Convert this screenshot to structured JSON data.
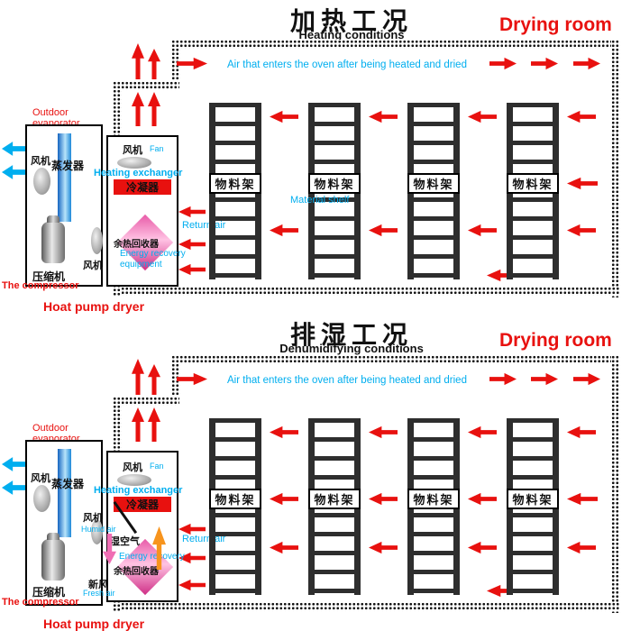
{
  "colors": {
    "red": "#e8110f",
    "cyan": "#00aeef",
    "magenta": "#e85aa8",
    "orange": "#f7941d",
    "arrow_blue": "#00aeef"
  },
  "sections": [
    {
      "title_cn": "加热工况",
      "title_en": "Heating conditions",
      "drying_room": "Drying room",
      "air_flow_note": "Air that enters the oven after being heated and dried",
      "outdoor_unit": {
        "label": "Outdoor evaporator",
        "fan_cn": "风机",
        "evaporator_cn": "蒸发器",
        "compressor_cn": "压缩机",
        "compressor_en": "The compressor"
      },
      "exchanger": {
        "fan_cn": "风机",
        "fan_en": "Fan",
        "label_en": "Heating exchanger",
        "condenser_cn": "冷凝器",
        "fan2_cn": "风机",
        "recovery_cn": "余热回收器",
        "recovery_en1": "Energy recovery",
        "recovery_en2": "equipment",
        "return_air": "Return air"
      },
      "heat_pump_label": "Hoat pump dryer",
      "material_shelf_en": "Material shelf",
      "shelves": [
        "物料架",
        "物料架",
        "物料架",
        "物料架"
      ]
    },
    {
      "title_cn": "排湿工况",
      "title_en": "Dehumidifying conditions",
      "drying_room": "Drying room",
      "air_flow_note": "Air that enters the oven after being heated and dried",
      "outdoor_unit": {
        "label": "Outdoor evaporator",
        "fan_cn": "风机",
        "evaporator_cn": "蒸发器",
        "compressor_cn": "压缩机",
        "compressor_en": "The compressor"
      },
      "exchanger": {
        "fan_cn": "风机",
        "fan_en": "Fan",
        "label_en": "Heating exchanger",
        "condenser_cn": "冷凝器",
        "fan2_cn": "风机",
        "humid_air_cn": "湿空气",
        "humid_air_en": "Humid air",
        "fresh_air_cn": "新风",
        "fresh_air_en": "Fresh air",
        "recovery_cn": "余热回收器",
        "recovery_en1": "Energy recovery",
        "return_air": "Return air"
      },
      "heat_pump_label": "Hoat pump dryer",
      "shelves": [
        "物料架",
        "物料架",
        "物料架",
        "物料架"
      ]
    }
  ]
}
